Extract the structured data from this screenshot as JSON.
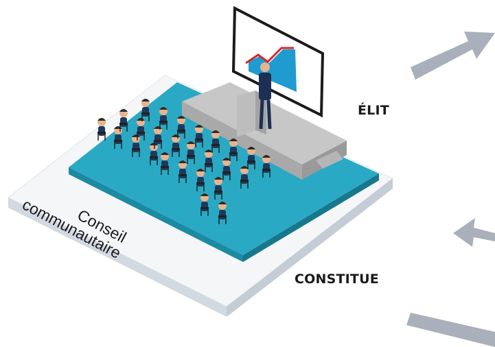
{
  "diagram": {
    "entity_label_line1": "Conseil",
    "entity_label_line2": "communautaire",
    "relations": {
      "elit": "ÉLIT",
      "constitue": "CONSTITUE"
    },
    "colors": {
      "platform_teal": "#29a9c4",
      "base_platform": "#eef1f5",
      "arrow_gray": "#a9b0bb",
      "stage_gray": "#b9b9b9",
      "chart_red": "#d9262c",
      "chart_blue": "#1f9bd0"
    },
    "icons": [
      "presentation-screen-icon",
      "speaker-figure-icon",
      "audience-figures-icon"
    ]
  }
}
